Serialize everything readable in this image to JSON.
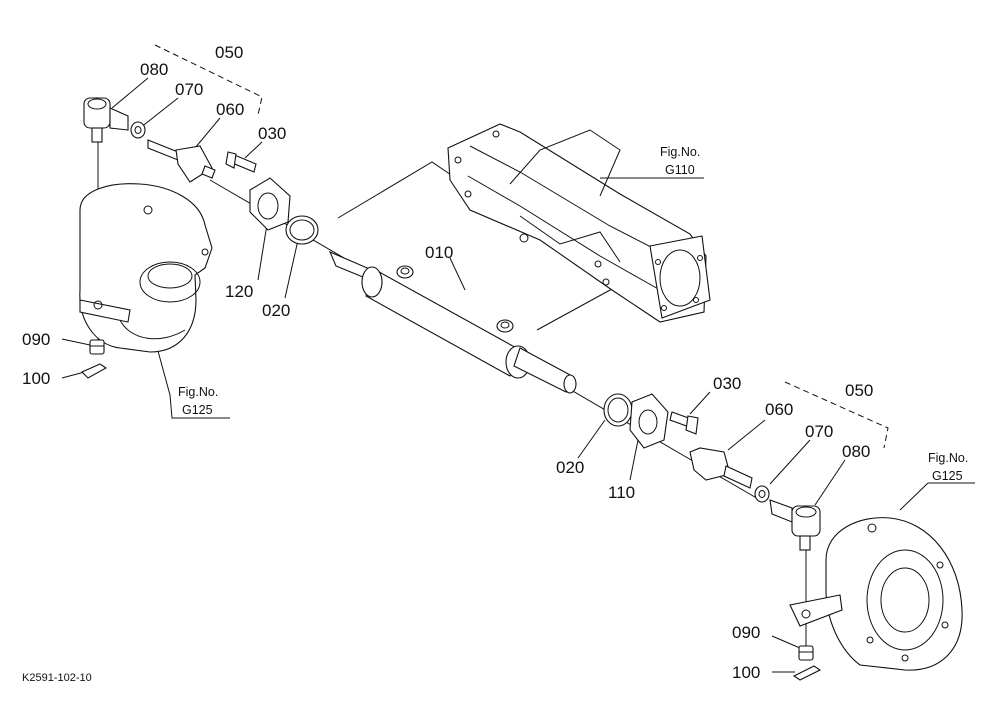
{
  "parts": [
    {
      "id": "left_050",
      "label": "050"
    },
    {
      "id": "left_080",
      "label": "080"
    },
    {
      "id": "left_070",
      "label": "070"
    },
    {
      "id": "left_060",
      "label": "060"
    },
    {
      "id": "left_030",
      "label": "030"
    },
    {
      "id": "left_120",
      "label": "120"
    },
    {
      "id": "left_020",
      "label": "020"
    },
    {
      "id": "left_090",
      "label": "090"
    },
    {
      "id": "left_100",
      "label": "100"
    },
    {
      "id": "center_010",
      "label": "010"
    },
    {
      "id": "right_030",
      "label": "030"
    },
    {
      "id": "right_050",
      "label": "050"
    },
    {
      "id": "right_060",
      "label": "060"
    },
    {
      "id": "right_070",
      "label": "070"
    },
    {
      "id": "right_080",
      "label": "080"
    },
    {
      "id": "right_020",
      "label": "020"
    },
    {
      "id": "right_110",
      "label": "110"
    },
    {
      "id": "right_090",
      "label": "090"
    },
    {
      "id": "right_100",
      "label": "100"
    }
  ],
  "figure_refs": [
    {
      "id": "ref_g110",
      "line1": "Fig.No.",
      "line2": "G110"
    },
    {
      "id": "ref_g125_left",
      "line1": "Fig.No.",
      "line2": "G125"
    },
    {
      "id": "ref_g125_right",
      "line1": "Fig.No.",
      "line2": "G125"
    }
  ],
  "drawing_code": "K2591-102-10"
}
